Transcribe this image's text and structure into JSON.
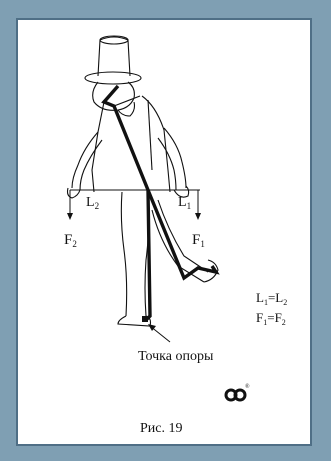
{
  "labels": {
    "lever_left": "L",
    "lever_left_sub": "2",
    "lever_right": "L",
    "lever_right_sub": "1",
    "force_left": "F",
    "force_left_sub": "2",
    "force_right": "F",
    "force_right_sub": "1"
  },
  "equations": {
    "l_eq_a": "L",
    "l_eq_a_sub": "1",
    "l_eq_b": "=L",
    "l_eq_b_sub": "2",
    "f_eq_a": "F",
    "f_eq_a_sub": "1",
    "f_eq_b": "=F",
    "f_eq_b_sub": "2"
  },
  "pivot_label": "Точка опоры",
  "logo_mark": "®",
  "caption": "Рис. 19",
  "colors": {
    "background": "#7f9fb3",
    "frame_border": "#4f6f86",
    "ink": "#111111"
  }
}
